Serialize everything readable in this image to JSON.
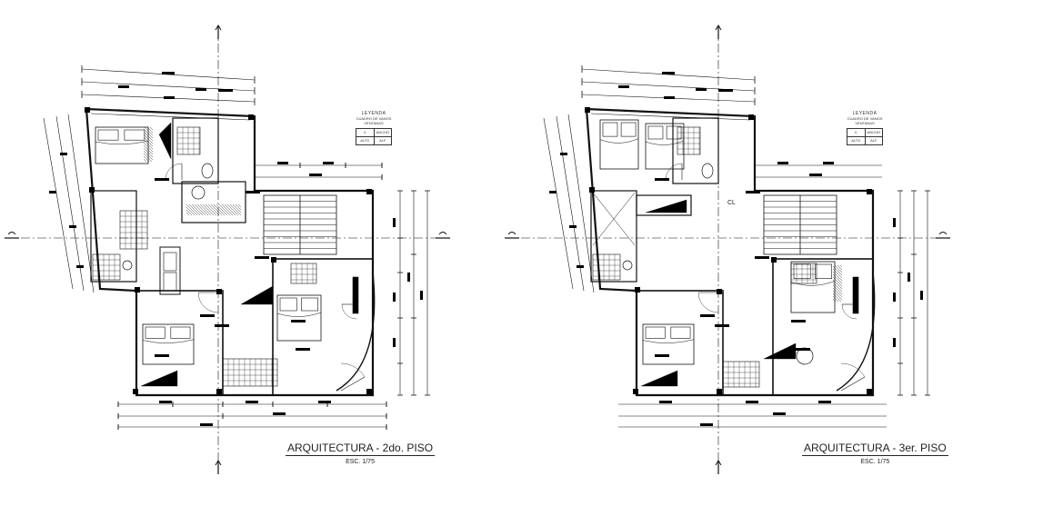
{
  "plans": [
    {
      "title": "ARQUITECTURA - 2do. PISO",
      "scale": "ESC. 1/75",
      "legend": {
        "heading": "LEYENDA",
        "subheading": "CUADRO DE VANOS",
        "subheading2": "VENTANAS",
        "cells": [
          "V",
          "ANCHO",
          "ALTO",
          "ALF"
        ]
      }
    },
    {
      "title": "ARQUITECTURA - 3er. PISO",
      "scale": "ESC. 1/75",
      "legend": {
        "heading": "LEYENDA",
        "subheading": "CUADRO DE VANOS",
        "subheading2": "VENTANAS",
        "cells": [
          "V",
          "ANCHO",
          "ALTO",
          "ALF"
        ]
      },
      "room_labels": [
        "CL"
      ]
    }
  ],
  "colors": {
    "ink": "#111111",
    "fill": "#000000",
    "background": "#ffffff",
    "hatch": "#555555"
  }
}
